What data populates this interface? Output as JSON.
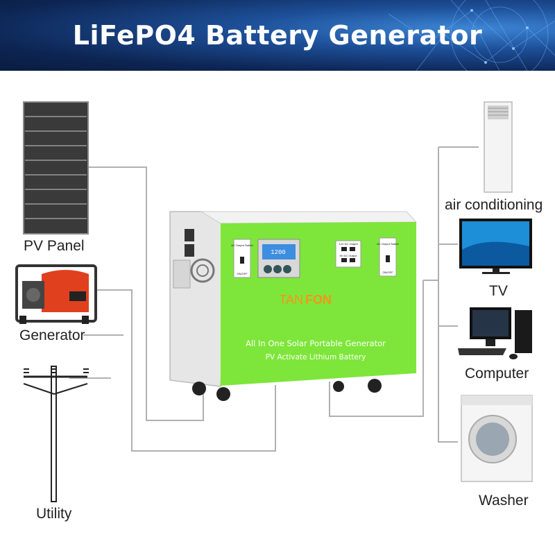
{
  "title": "LiFePO4 Battery Generator",
  "sources": [
    {
      "label": "PV Panel",
      "icon": "solar-panel-icon"
    },
    {
      "label": "Generator",
      "icon": "generator-icon"
    },
    {
      "label": "Utility",
      "icon": "utility-pole-icon"
    }
  ],
  "loads": [
    {
      "label": "air conditioning",
      "icon": "air-conditioner-icon"
    },
    {
      "label": "TV",
      "icon": "tv-icon"
    },
    {
      "label": "Computer",
      "icon": "computer-icon"
    },
    {
      "label": "Washer",
      "icon": "washer-icon"
    }
  ],
  "device": {
    "brand_left": "TAN",
    "brand_right": "FON",
    "slogan_line1": "All In One Solar Portable Generator",
    "slogan_line2": "PV Activate Lithium Battery",
    "switch_label": "AC Output Switch",
    "switch_state": "ON/OFF",
    "dc_output_12v": "12V DC Output",
    "dc_output_5v": "5V DC Output",
    "display_reading": "1200"
  },
  "colors": {
    "banner": "#14396f",
    "device_green": "#7ee63a",
    "connector_line": "#b0b0b0"
  }
}
